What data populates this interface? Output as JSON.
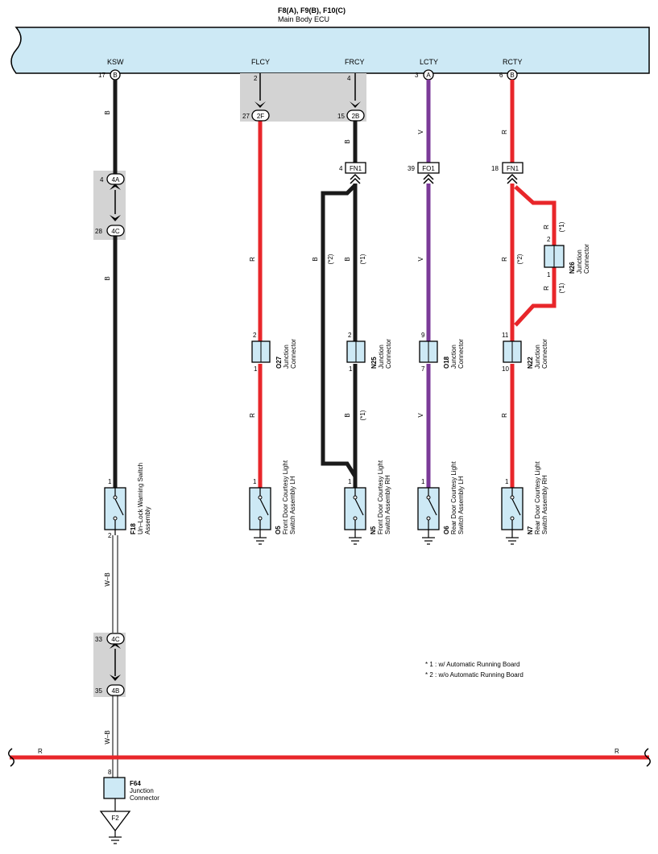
{
  "title": {
    "connectors": "F8(A), F9(B), F10(C)",
    "name": "Main Body ECU"
  },
  "ecu_pins": [
    {
      "label": "KSW",
      "pin": "17",
      "conn": "B"
    },
    {
      "label": "FLCY",
      "pin": "2",
      "conn": ""
    },
    {
      "label": "FRCY",
      "pin": "4",
      "conn": ""
    },
    {
      "label": "LCTY",
      "pin": "3",
      "conn": "A"
    },
    {
      "label": "RCTY",
      "pin": "6",
      "conn": "B"
    }
  ],
  "inline_connectors": {
    "c27_2f": {
      "pin": "27",
      "code": "2F"
    },
    "c15_2b": {
      "pin": "15",
      "code": "2B"
    },
    "c4_4a": {
      "pin": "4",
      "code": "4A"
    },
    "c28_4c": {
      "pin": "28",
      "code": "4C"
    },
    "c33_4c": {
      "pin": "33",
      "code": "4C"
    },
    "c35_4b": {
      "pin": "35",
      "code": "4B"
    }
  },
  "box_connectors": {
    "fn1_a": {
      "pin": "4",
      "code": "FN1"
    },
    "fo1": {
      "pin": "39",
      "code": "FO1"
    },
    "fn1_b": {
      "pin": "18",
      "code": "FN1"
    }
  },
  "wire_colors": {
    "ksw_top": "B",
    "ksw_mid": "B",
    "ksw_low": "W–B",
    "ksw_bot": "W–B",
    "flcy_1": "R",
    "flcy_2": "R",
    "frcy_top": "B",
    "frcy_main": "B",
    "frcy_alt": "B",
    "frcy_low": "B",
    "lcty_1": "V",
    "lcty_2": "V",
    "lcty_3": "V",
    "rcty_1": "R",
    "rcty_2": "R",
    "rcty_3": "R",
    "n26_a": "R",
    "n26_b": "R",
    "bus_left": "R",
    "bus_right": "R"
  },
  "variants": {
    "frcy_main": "(*1)",
    "frcy_alt": "(*2)",
    "frcy_low": "(*1)",
    "rcty_2": "(*2)",
    "n26_a": "(*1)",
    "n26_b": "(*1)"
  },
  "junctions": {
    "o27": {
      "code": "O27",
      "type": "Junction",
      "type2": "Connector",
      "pin_top": "2",
      "pin_bot": "1"
    },
    "n25": {
      "code": "N25",
      "type": "Junction",
      "type2": "Connector",
      "pin_top": "2",
      "pin_bot": "1"
    },
    "o18": {
      "code": "O18",
      "type": "Junction",
      "type2": "Connector",
      "pin_top": "9",
      "pin_bot": "7"
    },
    "n22": {
      "code": "N22",
      "type": "Junction",
      "type2": "Connector",
      "pin_top": "11",
      "pin_bot": "10"
    },
    "n26": {
      "code": "N26",
      "type": "Junction",
      "type2": "Connector",
      "pin_top": "2",
      "pin_bot": "1"
    }
  },
  "switches": {
    "f18": {
      "code": "F18",
      "line1": "Un–Lock Warning Switch",
      "line2": "Assembly",
      "pin_top": "1",
      "pin_bot": "2"
    },
    "o5": {
      "code": "O5",
      "line1": "Front Door Courtesy Light",
      "line2": "Switch Assembly LH",
      "pin_top": "1"
    },
    "n5": {
      "code": "N5",
      "line1": "Front Door Courtesy Light",
      "line2": "Switch Assembly RH",
      "pin_top": "1"
    },
    "o6": {
      "code": "O6",
      "line1": "Rear Door Courtesy Light",
      "line2": "Switch Assembly LH",
      "pin_top": "1"
    },
    "n7": {
      "code": "N7",
      "line1": "Rear Door Courtesy Light",
      "line2": "Switch Assembly RH",
      "pin_top": "1"
    }
  },
  "f64": {
    "code": "F64",
    "line1": "Junction",
    "line2": "Connector",
    "pin": "8"
  },
  "ground": {
    "code": "F2"
  },
  "notes": [
    "* 1 : w/ Automatic Running Board",
    "* 2 : w/o Automatic Running Board"
  ],
  "colors": {
    "ecu_fill": "#cde9f5",
    "red_wire": "#e8262a",
    "black_wire": "#1a1a1a",
    "violet_wire": "#7b3a98",
    "shade": "#d3d3d3",
    "component_fill": "#cde9f5"
  }
}
